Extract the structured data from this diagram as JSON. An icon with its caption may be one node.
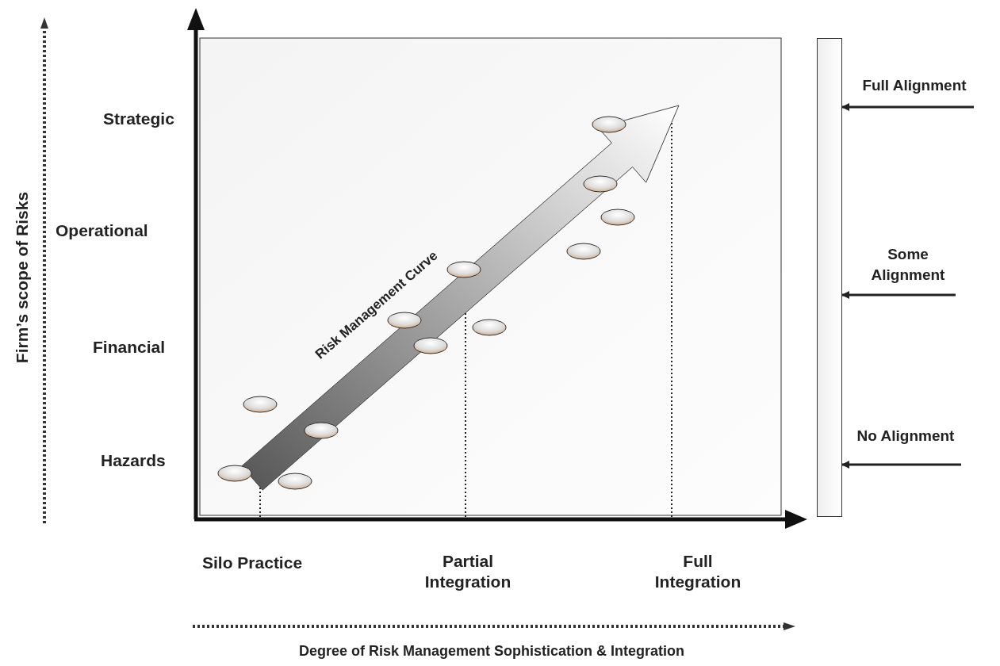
{
  "diagram": {
    "nodes": [
      {
        "text": [],
        "shape": "bar"
      },
      {
        "text": [
          "Full Alignment"
        ]
      },
      {
        "text": [
          "Some Alignment"
        ]
      },
      {
        "text": [
          "No Alignment"
        ]
      }
    ],
    "edges": [
      {
        "from": 1,
        "to": 0,
        "arrow": "to"
      },
      {
        "from": 2,
        "to": 0,
        "arrow": "to"
      },
      {
        "from": 3,
        "to": 0,
        "arrow": "to"
      }
    ],
    "labels": [
      "Firm’s scope of Risks",
      "Strategic",
      "Operational",
      "Risk Management Curve",
      "Financial",
      "Hazards",
      "Silo Practice",
      "Partial Integration",
      "Full Integration",
      "Degree of Risk Management Sophistication & Integration"
    ]
  }
}
